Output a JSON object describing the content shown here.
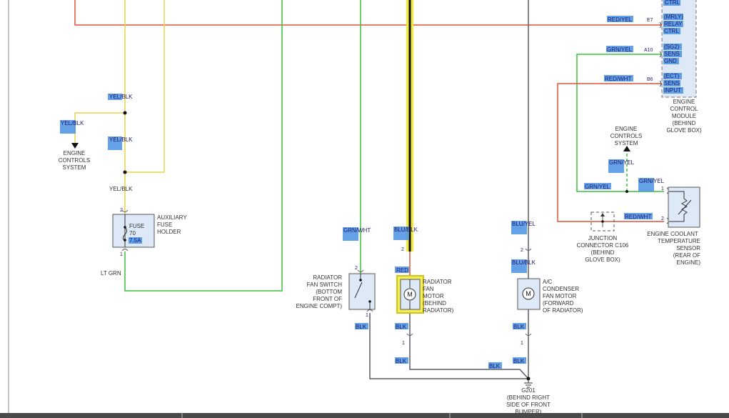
{
  "colors": {
    "red": "#e0503a",
    "yellow": "#e8d44d",
    "green": "#38c13a",
    "dark": "#5a5a6e",
    "highlight": "#4a90e2",
    "black": "#111111"
  },
  "ecm": {
    "name_lines": [
      "ENGINE",
      "CONTROL",
      "MODULE",
      "(BEHIND",
      "GLOVE BOX)"
    ],
    "top_label": "CTRL",
    "pins": [
      {
        "pin": "E7",
        "wire": "RED/YEL",
        "lines": [
          "(MRLY)",
          "RELAY",
          "CTRL"
        ]
      },
      {
        "pin": "A10",
        "wire": "GRN/YEL",
        "lines": [
          "(SG2)",
          "SENS",
          "GND"
        ]
      },
      {
        "pin": "B6",
        "wire": "RED/WHT",
        "lines": [
          "(ECT)",
          "SENS",
          "INPUT"
        ]
      }
    ]
  },
  "engine_controls_left": {
    "wire": "YEL/BLK",
    "lines": [
      "ENGINE",
      "CONTROLS",
      "SYSTEM"
    ]
  },
  "engine_controls_right": {
    "lines": [
      "ENGINE",
      "CONTROLS",
      "SYSTEM"
    ]
  },
  "wires": {
    "yel_blk": "YEL/BLK",
    "lt_grn": "LT GRN",
    "grn_wht": "GRN/WHT",
    "blu_blk": "BLU/BLK",
    "red": "RED",
    "blk": "BLK",
    "blu_yel": "BLU/YEL",
    "grn_yel": "GRN/YEL",
    "red_wht": "RED/WHT"
  },
  "fuse": {
    "label": "FUSE",
    "number": "70",
    "rating": "7.5A",
    "holder_lines": [
      "AUXILIARY",
      "FUSE",
      "HOLDER"
    ],
    "pin_top": "2",
    "pin_bottom": "1"
  },
  "fan_switch": {
    "lines": [
      "RADIATOR",
      "FAN SWITCH",
      "(BOTTOM",
      "FRONT OF",
      "ENGINE COMPT)"
    ],
    "pin_top": "2",
    "pin_bottom": "1"
  },
  "radiator_fan": {
    "symbol": "M",
    "lines": [
      "RADIATOR",
      "FAN",
      "MOTOR",
      "(BEHIND",
      "RADIATOR)"
    ],
    "pin_top": "2",
    "pin_bottom": "1"
  },
  "ac_fan": {
    "symbol": "M",
    "lines": [
      "A/C",
      "CONDENSER",
      "FAN MOTOR",
      "(FORWARD",
      "OF RADIATOR)"
    ],
    "pin_top": "2",
    "pin_bottom": "1"
  },
  "junction": {
    "lines": [
      "JUNCTION",
      "CONNECTOR C106",
      "(BEHIND",
      "GLOVE BOX)"
    ]
  },
  "ect_sensor": {
    "lines": [
      "ENGINE COOLANT",
      "TEMPERATURE",
      "SENSOR",
      "(REAR OF",
      "ENGINE)"
    ],
    "pin_top": "1",
    "pin_bottom": "2"
  },
  "ground": {
    "lines": [
      "G201",
      "(BEHIND RIGHT",
      "SIDE OF FRONT",
      "BUMPER)"
    ]
  }
}
